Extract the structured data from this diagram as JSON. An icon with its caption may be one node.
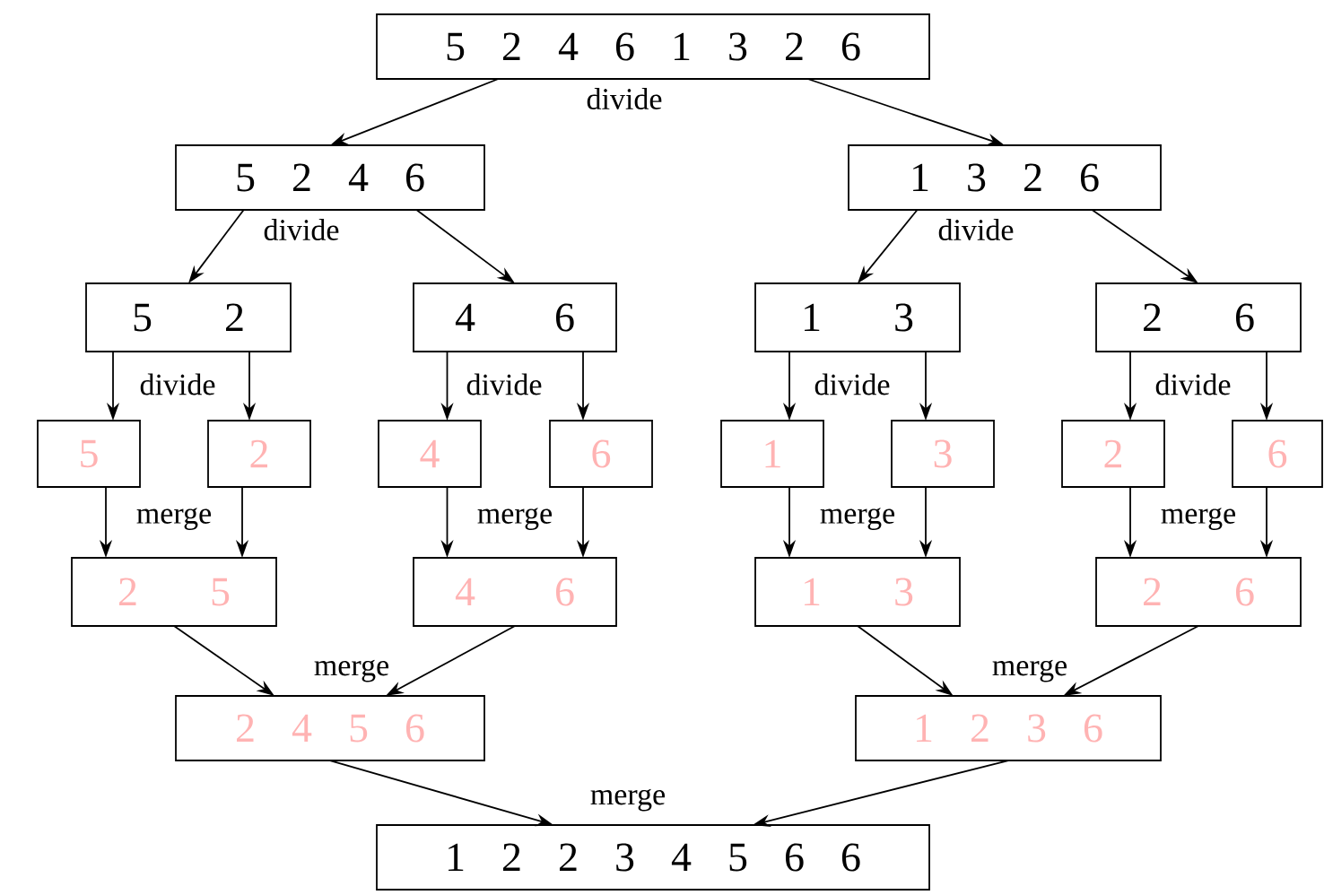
{
  "diagram": {
    "nodes": [
      {
        "text": [
          "5 2 4 6 1 3 2 6"
        ]
      },
      {
        "text": [
          "5 2 4 6"
        ]
      },
      {
        "text": [
          "1 3 2 6"
        ]
      },
      {
        "text": [
          "5 2"
        ]
      },
      {
        "text": [
          "4 6"
        ]
      },
      {
        "text": [
          "1 3"
        ]
      },
      {
        "text": [
          "2 6"
        ]
      },
      {
        "text": [
          "5"
        ]
      },
      {
        "text": [
          "2"
        ]
      },
      {
        "text": [
          "4"
        ]
      },
      {
        "text": [
          "6"
        ]
      },
      {
        "text": [
          "1"
        ]
      },
      {
        "text": [
          "3"
        ]
      },
      {
        "text": [
          "2"
        ]
      },
      {
        "text": [
          "6"
        ]
      },
      {
        "text": [
          "2 5"
        ]
      },
      {
        "text": [
          "4 6"
        ]
      },
      {
        "text": [
          "1 3"
        ]
      },
      {
        "text": [
          "2 6"
        ]
      },
      {
        "text": [
          "2 4 5 6"
        ]
      },
      {
        "text": [
          "1 2 3 6"
        ]
      },
      {
        "text": [
          "1 2 2 3 4 5 6 6"
        ]
      }
    ],
    "edges": [
      {
        "from": 0,
        "to": 1,
        "arrow": "to",
        "label": "divide"
      },
      {
        "from": 0,
        "to": 2,
        "arrow": "to"
      },
      {
        "from": 1,
        "to": 3,
        "arrow": "to",
        "label": "divide"
      },
      {
        "from": 1,
        "to": 4,
        "arrow": "to"
      },
      {
        "from": 2,
        "to": 5,
        "arrow": "to",
        "label": "divide"
      },
      {
        "from": 2,
        "to": 6,
        "arrow": "to"
      },
      {
        "from": 3,
        "to": 7,
        "arrow": "to",
        "label": "divide"
      },
      {
        "from": 3,
        "to": 8,
        "arrow": "to"
      },
      {
        "from": 4,
        "to": 9,
        "arrow": "to",
        "label": "divide"
      },
      {
        "from": 4,
        "to": 10,
        "arrow": "to"
      },
      {
        "from": 5,
        "to": 11,
        "arrow": "to",
        "label": "divide"
      },
      {
        "from": 5,
        "to": 12,
        "arrow": "to"
      },
      {
        "from": 6,
        "to": 13,
        "arrow": "to",
        "label": "divide"
      },
      {
        "from": 6,
        "to": 14,
        "arrow": "to"
      },
      {
        "from": 7,
        "to": 15,
        "arrow": "to",
        "label": "merge"
      },
      {
        "from": 8,
        "to": 15,
        "arrow": "to"
      },
      {
        "from": 9,
        "to": 16,
        "arrow": "to",
        "label": "merge"
      },
      {
        "from": 10,
        "to": 16,
        "arrow": "to"
      },
      {
        "from": 11,
        "to": 17,
        "arrow": "to",
        "label": "merge"
      },
      {
        "from": 12,
        "to": 17,
        "arrow": "to"
      },
      {
        "from": 13,
        "to": 18,
        "arrow": "to",
        "label": "merge"
      },
      {
        "from": 14,
        "to": 18,
        "arrow": "to"
      },
      {
        "from": 15,
        "to": 19,
        "arrow": "to"
      },
      {
        "from": 16,
        "to": 19,
        "arrow": "to",
        "label": "merge"
      },
      {
        "from": 17,
        "to": 20,
        "arrow": "to"
      },
      {
        "from": 18,
        "to": 20,
        "arrow": "to",
        "label": "merge"
      },
      {
        "from": 19,
        "to": 21,
        "arrow": "to",
        "label": "merge"
      },
      {
        "from": 20,
        "to": 21,
        "arrow": "to"
      }
    ]
  }
}
